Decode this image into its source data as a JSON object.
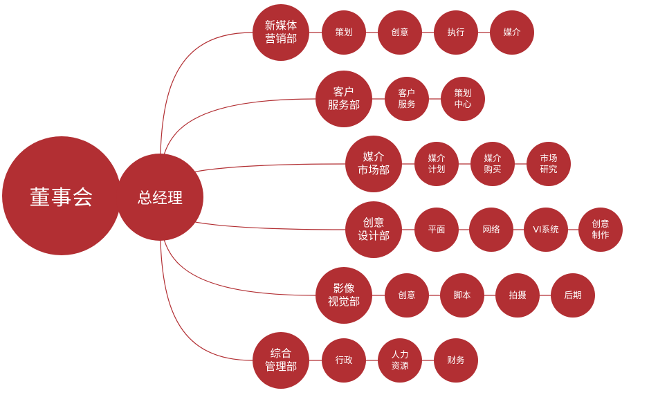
{
  "colors": {
    "node": "#b22f33",
    "line": "#b22f33"
  },
  "root": {
    "label": "董事会"
  },
  "gm": {
    "label": "总经理"
  },
  "departments": [
    {
      "label": "新媒体\n营销部",
      "items": [
        "策划",
        "创意",
        "执行",
        "媒介"
      ]
    },
    {
      "label": "客户\n服务部",
      "items": [
        "客户\n服务",
        "策划\n中心"
      ]
    },
    {
      "label": "媒介\n市场部",
      "items": [
        "媒介\n计划",
        "媒介\n购买",
        "市场\n研究"
      ]
    },
    {
      "label": "创意\n设计部",
      "items": [
        "平面",
        "网络",
        "VI系统",
        "创意\n制作"
      ]
    },
    {
      "label": "影像\n视觉部",
      "items": [
        "创意",
        "脚本",
        "拍摄",
        "后期"
      ]
    },
    {
      "label": "综合\n管理部",
      "items": [
        "行政",
        "人力\n资源",
        "财务"
      ]
    }
  ]
}
